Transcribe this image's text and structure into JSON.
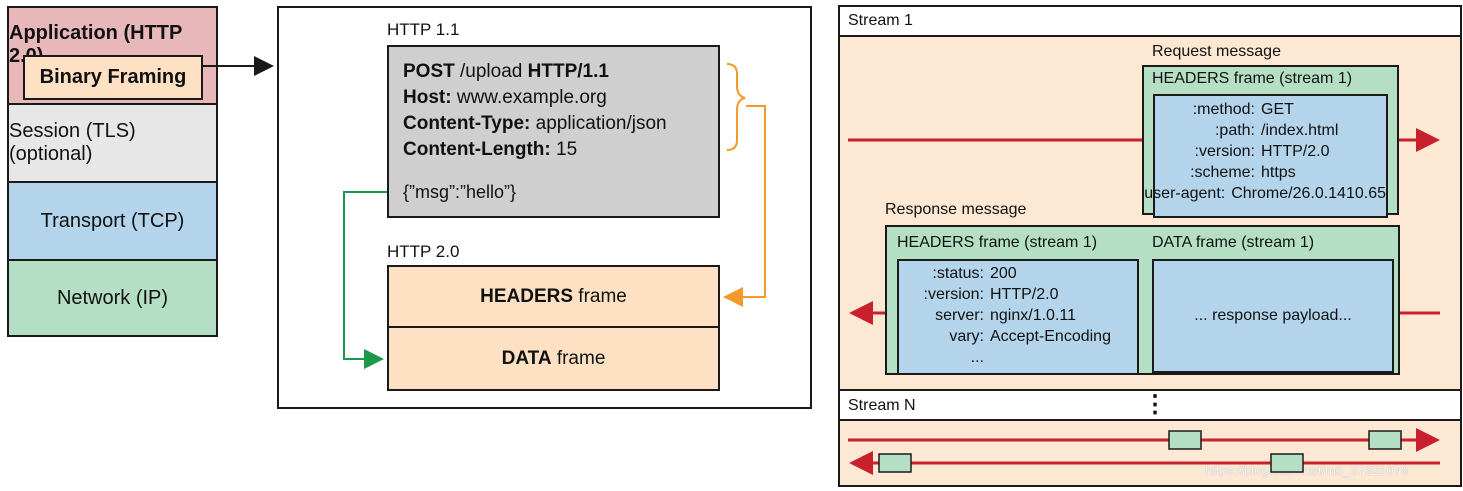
{
  "stack": {
    "application": "Application (HTTP 2.0)",
    "binary_framing": "Binary Framing",
    "session": "Session (TLS) (optional)",
    "transport": "Transport (TCP)",
    "network": "Network (IP)"
  },
  "http11": {
    "title": "HTTP 1.1",
    "lines": [
      {
        "key": "POST",
        "mid": " /upload ",
        "bold2": "HTTP/1.1"
      },
      {
        "key": "Host:",
        "value": " www.example.org"
      },
      {
        "key": "Content-Type:",
        "value": " application/json"
      },
      {
        "key": "Content-Length:",
        "value": " 15"
      }
    ],
    "body": "{”msg”:”hello”}"
  },
  "http2": {
    "title": "HTTP 2.0",
    "headers_bold": "HEADERS",
    "headers_rest": " frame",
    "data_bold": "DATA",
    "data_rest": " frame"
  },
  "stream1": {
    "title": "Stream 1",
    "request_label": "Request message",
    "request_frame_title": "HEADERS frame (stream 1)",
    "request_headers": [
      {
        "k": ":method:",
        "v": "GET"
      },
      {
        "k": ":path:",
        "v": "/index.html"
      },
      {
        "k": ":version:",
        "v": "HTTP/2.0"
      },
      {
        "k": ":scheme:",
        "v": "https"
      },
      {
        "k": "user-agent:",
        "v": "Chrome/26.0.1410.65"
      }
    ],
    "response_label": "Response message",
    "response_headers_title": "HEADERS frame (stream 1)",
    "response_headers": [
      {
        "k": ":status:",
        "v": "200"
      },
      {
        "k": ":version:",
        "v": "HTTP/2.0"
      },
      {
        "k": "server:",
        "v": "nginx/1.0.11"
      },
      {
        "k": "vary:",
        "v": "Accept-Encoding"
      },
      {
        "k": "...",
        "v": ""
      }
    ],
    "data_frame_title": "DATA frame (stream 1)",
    "data_payload": "... response payload..."
  },
  "streamN": {
    "title": "Stream N",
    "ellipsis": "⋮"
  },
  "watermark": "https://blog.csdn.net/m0_37621078",
  "colors": {
    "application": "#e8b7b9",
    "binary_framing": "#fde1c2",
    "session": "#e7e7e7",
    "transport": "#b3d4ea",
    "network": "#b4dfc4",
    "http11_box": "#cfcfcf",
    "frame_orange": "#fde1c2",
    "panel_bg": "#fde8d4",
    "green_frame": "#b4dfc4",
    "blue_inner": "#b3d4ea",
    "red_arrow": "#c8202d",
    "orange_arrow": "#f39a2b",
    "green_arrow": "#1a9a48"
  }
}
